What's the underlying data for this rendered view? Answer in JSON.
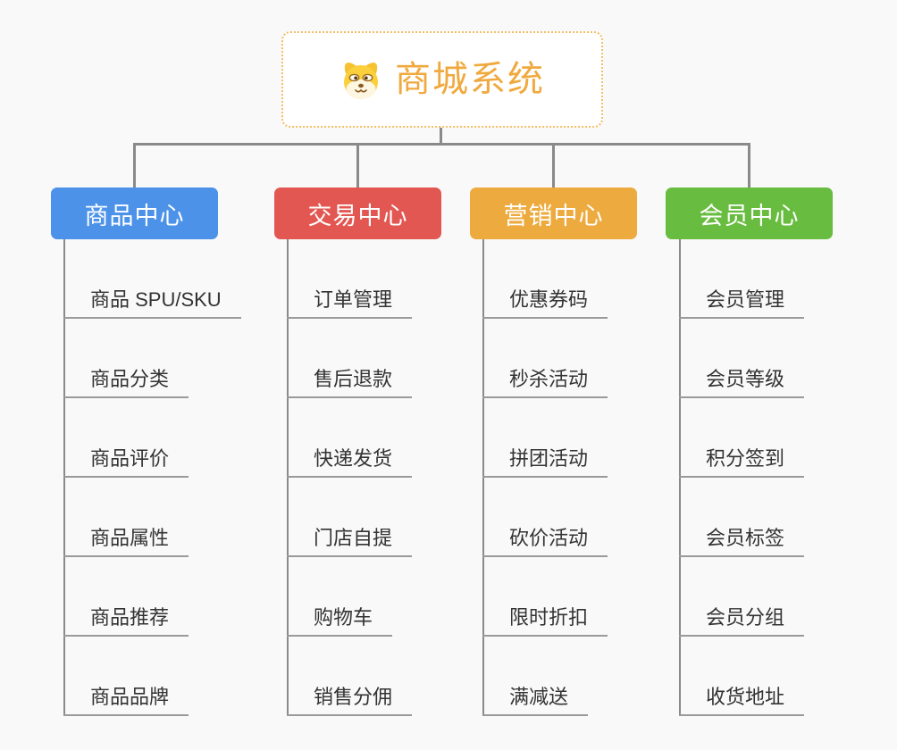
{
  "root": {
    "label": "商城系统",
    "icon": "dog-face-icon",
    "text_color": "#f0a93e",
    "border_color": "#f3bd63",
    "background": "#ffffff"
  },
  "branches": [
    {
      "label": "商品中心",
      "color": "#4b92e8",
      "children": [
        "商品 SPU/SKU",
        "商品分类",
        "商品评价",
        "商品属性",
        "商品推荐",
        "商品品牌"
      ]
    },
    {
      "label": "交易中心",
      "color": "#e25752",
      "children": [
        "订单管理",
        "售后退款",
        "快递发货",
        "门店自提",
        "购物车",
        "销售分佣"
      ]
    },
    {
      "label": "营销中心",
      "color": "#edaa3e",
      "children": [
        "优惠券码",
        "秒杀活动",
        "拼团活动",
        "砍价活动",
        "限时折扣",
        "满减送"
      ]
    },
    {
      "label": "会员中心",
      "color": "#68bc3f",
      "children": [
        "会员管理",
        "会员等级",
        "积分签到",
        "会员标签",
        "会员分组",
        "收货地址"
      ]
    }
  ],
  "colors": {
    "canvas_background": "#f9f9f9",
    "connector_line": "#8a8a8a",
    "leaf_underline": "#9a9a9a",
    "leaf_text": "#333333"
  }
}
